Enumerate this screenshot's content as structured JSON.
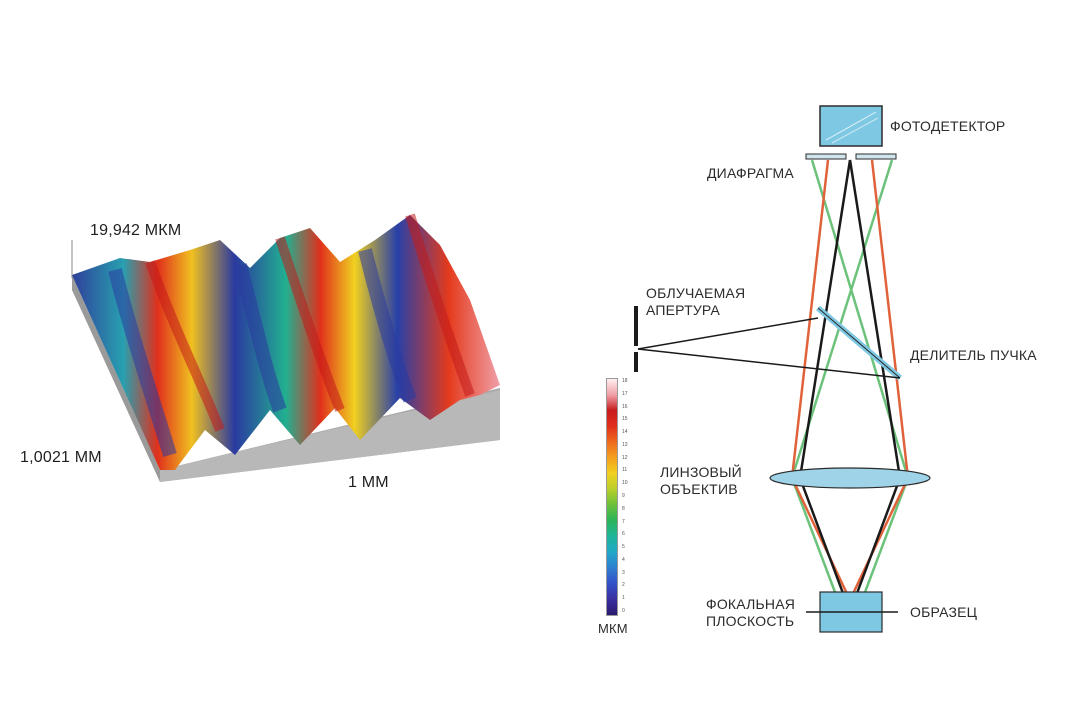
{
  "surface": {
    "height_label": "19,942 МКМ",
    "depth_label": "1,0021 ММ",
    "width_label": "1 ММ"
  },
  "colorbar": {
    "unit": "МКМ",
    "ticks": [
      "0",
      "1",
      "2",
      "3",
      "4",
      "5",
      "6",
      "7",
      "8",
      "9",
      "10",
      "11",
      "12",
      "13",
      "14",
      "15",
      "16",
      "17",
      "18"
    ],
    "colors": [
      "#2a1a6e",
      "#3a2fa0",
      "#3350c8",
      "#2f7fd0",
      "#20a8c8",
      "#1fb59a",
      "#2bb45a",
      "#6cc03a",
      "#b8cf2a",
      "#f0d020",
      "#f4a020",
      "#ee6a1c",
      "#e0301c",
      "#c81c1c",
      "#f0a0a8",
      "#fff0f0"
    ]
  },
  "optics": {
    "photodetector": "ФОТОДЕТЕКТОР",
    "diaphragm": "ДИАФРАГМА",
    "aperture": [
      "ОБЛУЧАЕМАЯ",
      "АПЕРТУРА"
    ],
    "beam_splitter": "ДЕЛИТЕЛЬ ПУЧКА",
    "lens": [
      "ЛИНЗОВЫЙ",
      "ОБЪЕКТИВ"
    ],
    "focal_plane": [
      "ФОКАЛЬНАЯ",
      "ПЛОСКОСТЬ"
    ],
    "sample": "ОБРАЗЕЦ",
    "beam_colors": {
      "black": "#1a1a1a",
      "orange": "#e0623a",
      "green": "#6cc27a"
    }
  }
}
